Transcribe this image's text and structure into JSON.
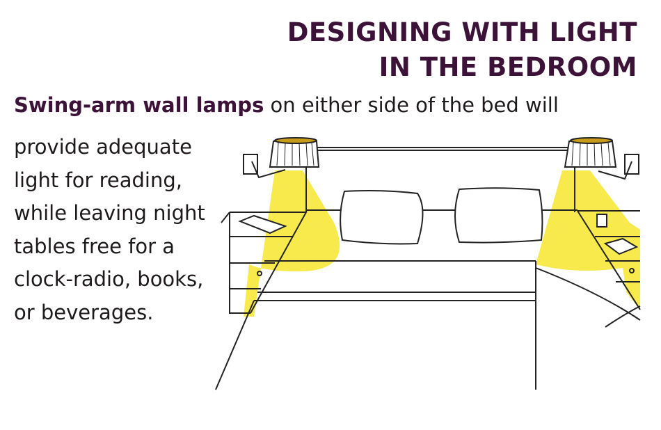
{
  "title": {
    "line1": "DESIGNING WITH LIGHT",
    "line2": "IN THE BEDROOM"
  },
  "lead": {
    "bold": "Swing-arm wall lamps",
    "rest": " on either side of the bed will"
  },
  "body_lines": [
    "provide adequate",
    "light for reading,",
    "while leaving night",
    "tables free for a",
    "clock-radio, books,",
    "or beverages."
  ],
  "colors": {
    "title": "#3d1238",
    "light": "#f7e83a"
  }
}
